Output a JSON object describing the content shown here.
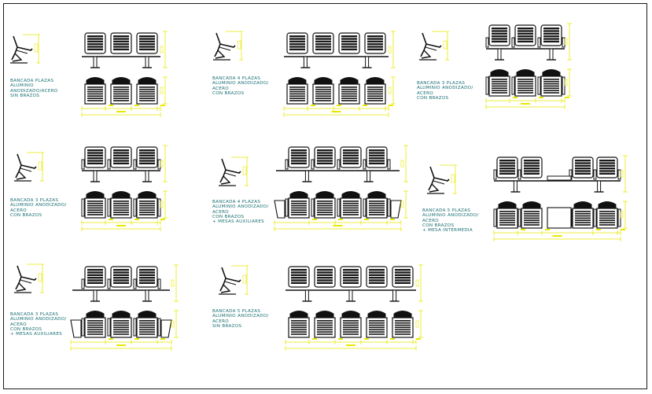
{
  "sheet": {
    "background": "#ffffff",
    "colors": {
      "line": "#111111",
      "dimension": "#e8e800",
      "annotation": "#1b6f74"
    }
  },
  "blocks": [
    {
      "id": "b1",
      "seats": 3,
      "arms": false,
      "tables": "none",
      "label": [
        "BANCADA  PLAZAS",
        "ALUMINIO",
        "ANODIZADO/ACERO",
        "SIN BRAZOS"
      ]
    },
    {
      "id": "b2",
      "seats": 4,
      "arms": false,
      "tables": "none",
      "label": [
        "BANCADA 4 PLAZAS",
        "ALUMINIO ANODIZADO/",
        "ACERO",
        "CON BRAZOS"
      ]
    },
    {
      "id": "b3",
      "seats": 3,
      "arms": true,
      "tables": "none",
      "label": [
        "BANCADA 3 PLAZAS",
        "ALUMINIO ANODIZADO/",
        "ACERO",
        "CON BRAZOS"
      ]
    },
    {
      "id": "b4",
      "seats": 3,
      "arms": true,
      "tables": "none",
      "label": [
        "BANCADA 3 PLAZAS",
        "ALUMINIO ANODIZADO/",
        "ACERO",
        "CON BRAZOS"
      ]
    },
    {
      "id": "b5",
      "seats": 4,
      "arms": true,
      "tables": "sides",
      "label": [
        "BANCADA 4 PLAZAS",
        "ALUMINIO ANODIZADO/",
        "ACERO",
        "CON BRAZOS",
        "+ MESAS AUXILIARES"
      ]
    },
    {
      "id": "b6",
      "seats": 4,
      "arms": true,
      "tables": "middle",
      "label": [
        "BANCADA 5 PLAZAS",
        "ALUMINIO ANODIZADO/",
        "ACERO",
        "CON BRAZOS",
        "+ MESA INTERMEDIA"
      ]
    },
    {
      "id": "b7",
      "seats": 3,
      "arms": true,
      "tables": "sides",
      "label": [
        "BANCADA 3 PLAZAS",
        "ALUMINIO ANODIZADO/",
        "ACERO",
        "CON BRAZOS",
        "+ MESAS AUXILIARES"
      ]
    },
    {
      "id": "b8",
      "seats": 5,
      "arms": false,
      "tables": "none",
      "label": [
        "BANCADA 5 PLAZAS",
        "ALUMINIO ANODIZADO/",
        "ACERO",
        "SIN BRAZOS"
      ]
    }
  ]
}
